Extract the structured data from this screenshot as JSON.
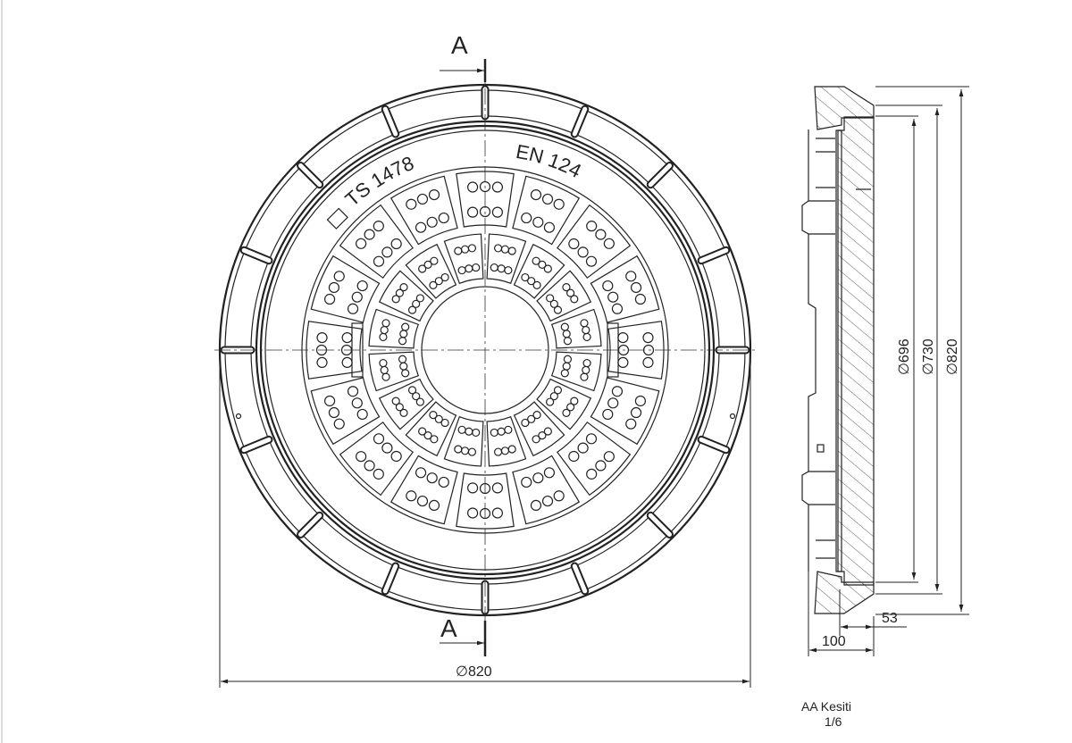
{
  "plan_view": {
    "marking_left": "TS 1478",
    "marking_right": "EN 124",
    "section_mark_top": "A",
    "section_mark_bottom": "A",
    "diameter_label": "∅820"
  },
  "section_view": {
    "dim_696": "∅696",
    "dim_730": "∅730",
    "dim_820": "∅820",
    "dim_53": "53",
    "dim_100": "100",
    "title": "AA Kesiti",
    "scale": "1/6"
  }
}
